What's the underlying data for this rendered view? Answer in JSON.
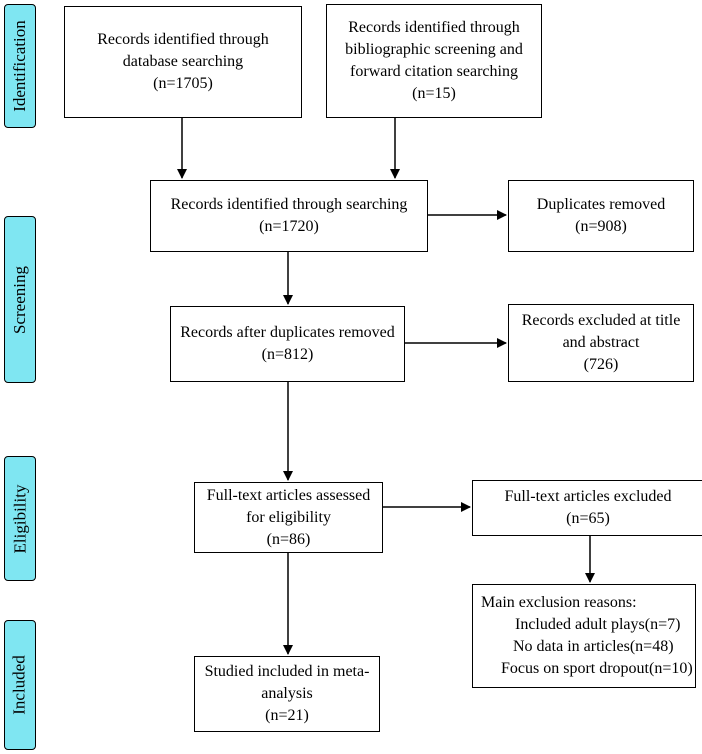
{
  "phases": {
    "identification": "Identification",
    "screening": "Screening",
    "eligibility": "Eligibility",
    "included": "Included"
  },
  "boxes": {
    "database": {
      "lines": [
        "Records identified through",
        "database searching",
        "(n=1705)"
      ]
    },
    "bibliographic": {
      "lines": [
        "Records identified through",
        "bibliographic screening and",
        "forward citation searching",
        "(n=15)"
      ]
    },
    "searching": {
      "lines": [
        "Records identified through searching",
        "(n=1720)"
      ]
    },
    "duplicates_removed": {
      "lines": [
        "Duplicates removed",
        "(n=908)"
      ]
    },
    "after_duplicates": {
      "lines": [
        "Records after duplicates removed",
        "(n=812)"
      ]
    },
    "excluded_title": {
      "lines": [
        "Records excluded at title",
        "and abstract",
        "(726)"
      ]
    },
    "fulltext_assessed": {
      "lines": [
        "Full-text articles assessed",
        "for eligibility",
        "(n=86)"
      ]
    },
    "fulltext_excluded": {
      "lines": [
        "Full-text articles excluded",
        "(n=65)"
      ]
    },
    "exclusion_reasons": {
      "title": "Main exclusion reasons:",
      "items": [
        "Included adult plays(n=7)",
        "No data in articles(n=48)",
        "Focus on sport dropout(n=10)"
      ]
    },
    "included_meta": {
      "lines": [
        "Studied included in meta-",
        "analysis",
        "(n=21)"
      ]
    }
  }
}
